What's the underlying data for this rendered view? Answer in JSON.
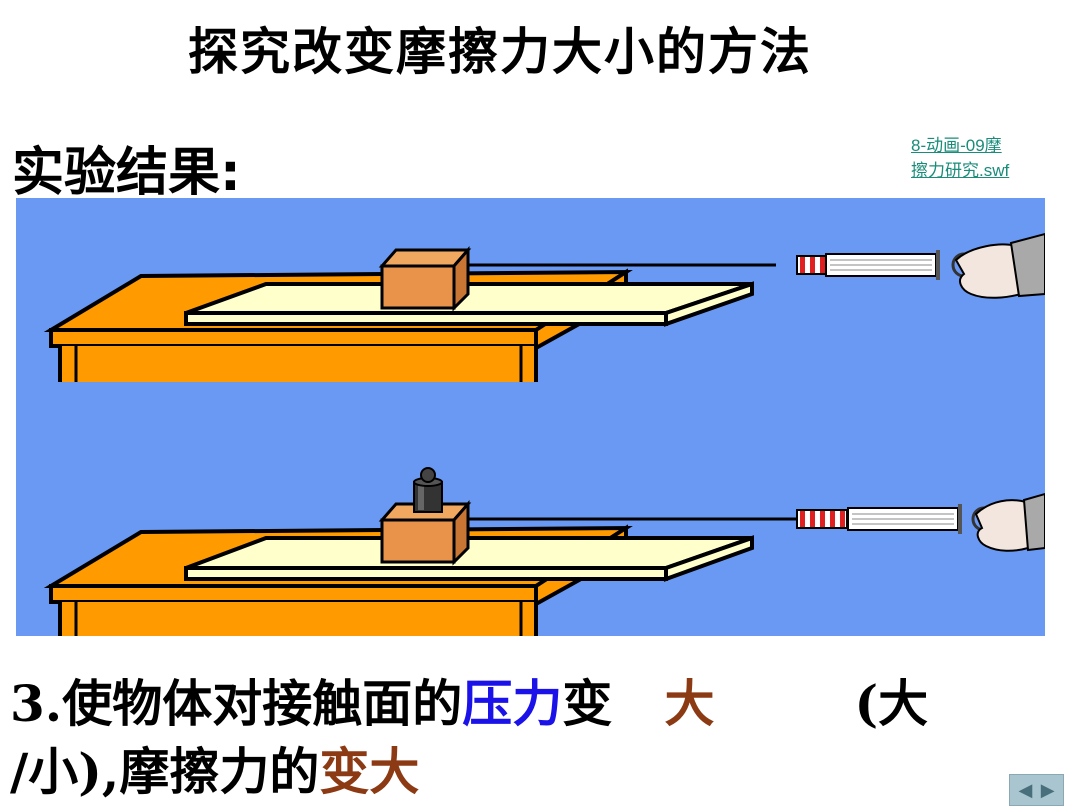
{
  "slide": {
    "title": "探究改变摩擦力大小的方法",
    "subtitle": "实验结果:",
    "link_line1": "8-动画-09摩",
    "link_line2": "擦力研究.swf",
    "conclusion": {
      "part1": "3.使物体对接触面的",
      "highlight": "压力",
      "part2": "变",
      "answer": "大",
      "part3": "(大",
      "part4": "/小),摩擦力的",
      "result": "变大"
    },
    "nav": {
      "prev": "◀",
      "next": "▶"
    }
  },
  "colors": {
    "stage_bg": "#6a99f3",
    "table": "#ff9a00",
    "board": "#ffffcc",
    "block": "#e8924a",
    "blue_text": "#1a12e8",
    "brown_text": "#8b3a14"
  }
}
